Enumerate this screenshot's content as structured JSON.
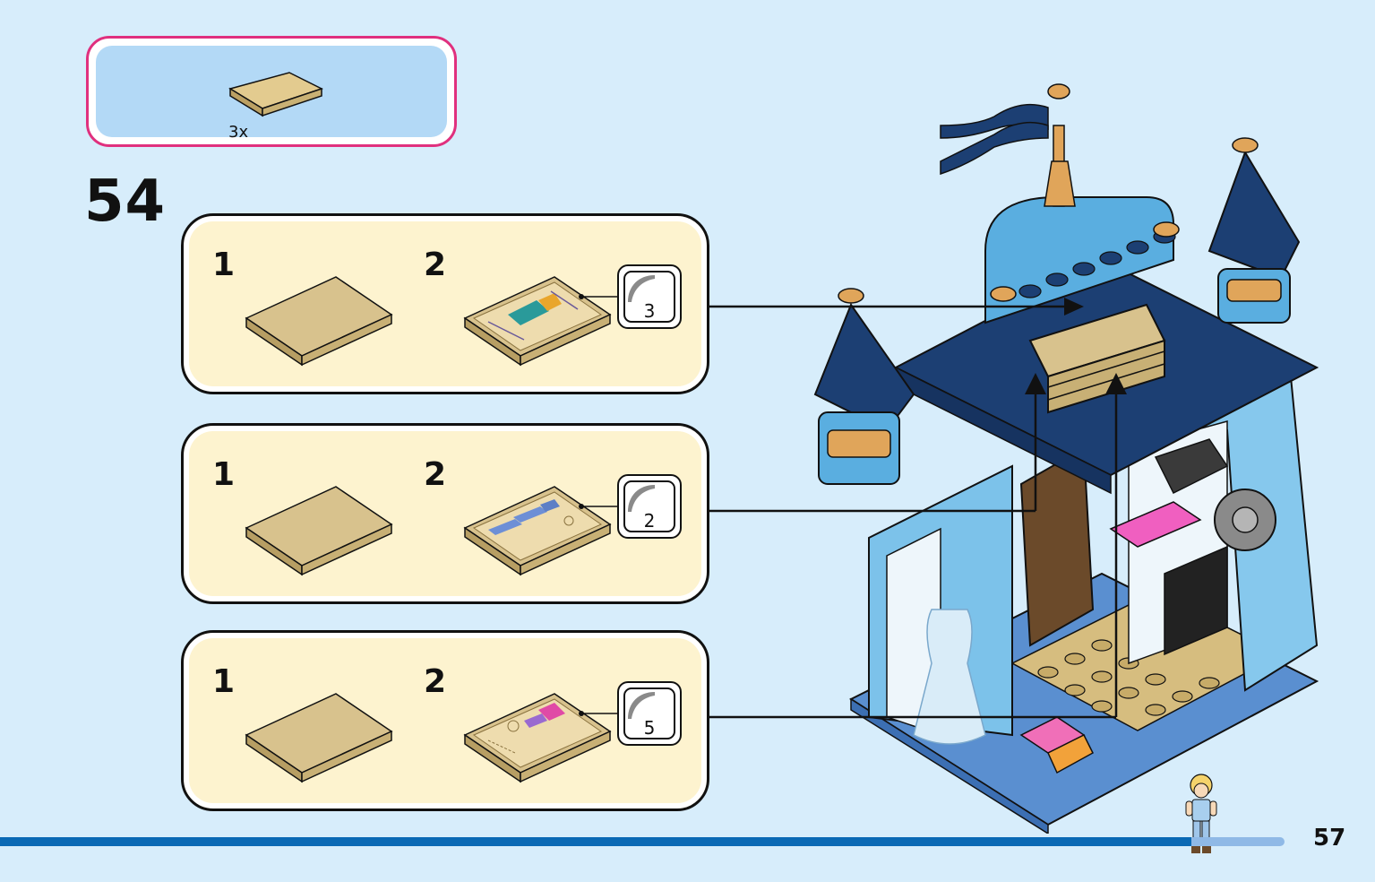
{
  "parts_list": {
    "quantity": "3x",
    "part": "tan-tile-2x3-icon"
  },
  "step": {
    "number": "54"
  },
  "substeps": [
    {
      "label_1": "1",
      "label_2": "2",
      "sticker_number": "3",
      "sticker": "sticker-map-icon"
    },
    {
      "label_1": "1",
      "label_2": "2",
      "sticker_number": "2",
      "sticker": "sticker-dress-pattern-icon"
    },
    {
      "label_1": "1",
      "label_2": "2",
      "sticker_number": "5",
      "sticker": "sticker-dress-sketch-icon"
    }
  ],
  "page": {
    "number": "57"
  },
  "colors": {
    "background": "#d7edfb",
    "substep_panel": "#fdf3cf",
    "parts_border": "#e0307e",
    "page_bar": "#0a69b4",
    "tan": "#d4bd86",
    "navy": "#1c3f73",
    "light_blue": "#5aaee0"
  }
}
